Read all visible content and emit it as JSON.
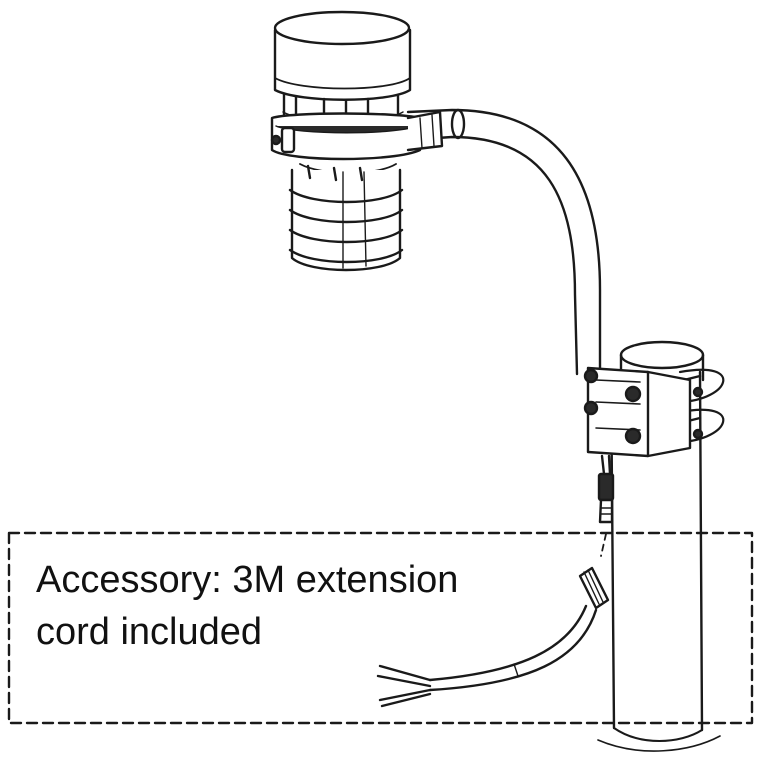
{
  "callout": {
    "line1": "Accessory: 3M extension",
    "line2": "cord included"
  },
  "colors": {
    "line": "#1a1a1a",
    "fill": "#ffffff",
    "shade": "#e9e9e9",
    "dark": "#2a2a2a"
  },
  "components": [
    "weather-sensor",
    "radiation-shield",
    "curved-mounting-arm",
    "pole-clamp-bracket",
    "u-bolts",
    "mounting-pole",
    "sensor-connector",
    "extension-cord"
  ]
}
